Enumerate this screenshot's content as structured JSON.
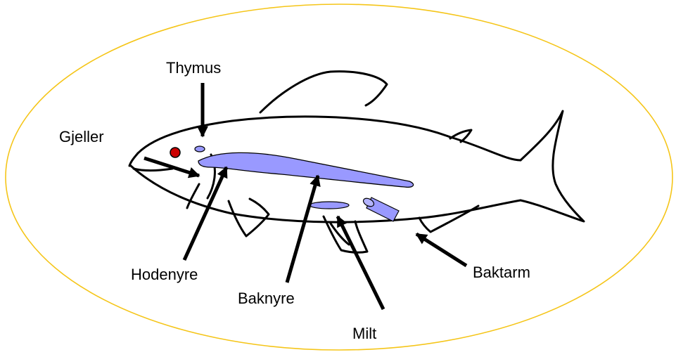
{
  "labels": {
    "thymus": "Thymus",
    "gjeller": "Gjeller",
    "hodenyre": "Hodenyre",
    "baknyre": "Baknyre",
    "milt": "Milt",
    "baktarm": "Baktarm"
  },
  "colors": {
    "ellipse_border": "#f5c518",
    "organ_fill": "#9999ff",
    "eye_fill": "#cc0000",
    "outline": "#000000"
  }
}
